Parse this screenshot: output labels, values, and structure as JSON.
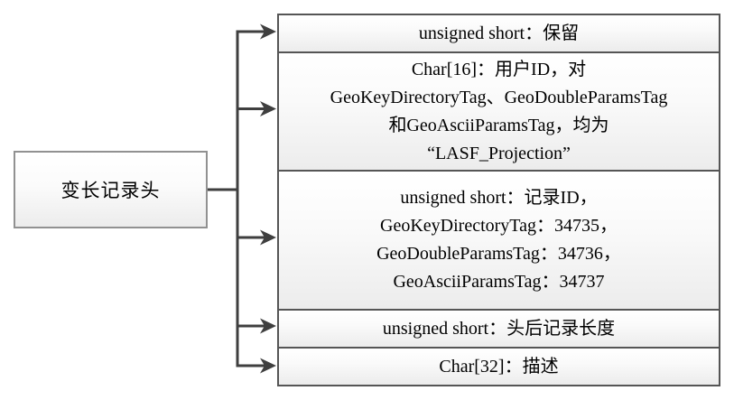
{
  "diagram": {
    "title": "LAS variable length record header structure",
    "root_node": {
      "label": "变长记录头"
    },
    "field_nodes": [
      {
        "id": "reserved",
        "text": "unsigned short：保留"
      },
      {
        "id": "user-id",
        "text": "Char[16]：用户ID，对\nGeoKeyDirectoryTag、GeoDoubleParamsTag\n和GeoAsciiParamsTag，均为\n“LASF_Projection”"
      },
      {
        "id": "record-id",
        "text": "unsigned short：记录ID，\nGeoKeyDirectoryTag：34735，\nGeoDoubleParamsTag：34736，\nGeoAsciiParamsTag：34737"
      },
      {
        "id": "record-length",
        "text": "unsigned short：头后记录长度"
      },
      {
        "id": "description",
        "text": "Char[32]：描述"
      }
    ],
    "colors": {
      "connector": "#3f3f3f",
      "field_border": "#555555",
      "root_border": "#919191",
      "fill_top": "#ffffff",
      "fill_bottom": "#ececec",
      "text": "#000000",
      "background": "#ffffff"
    }
  }
}
